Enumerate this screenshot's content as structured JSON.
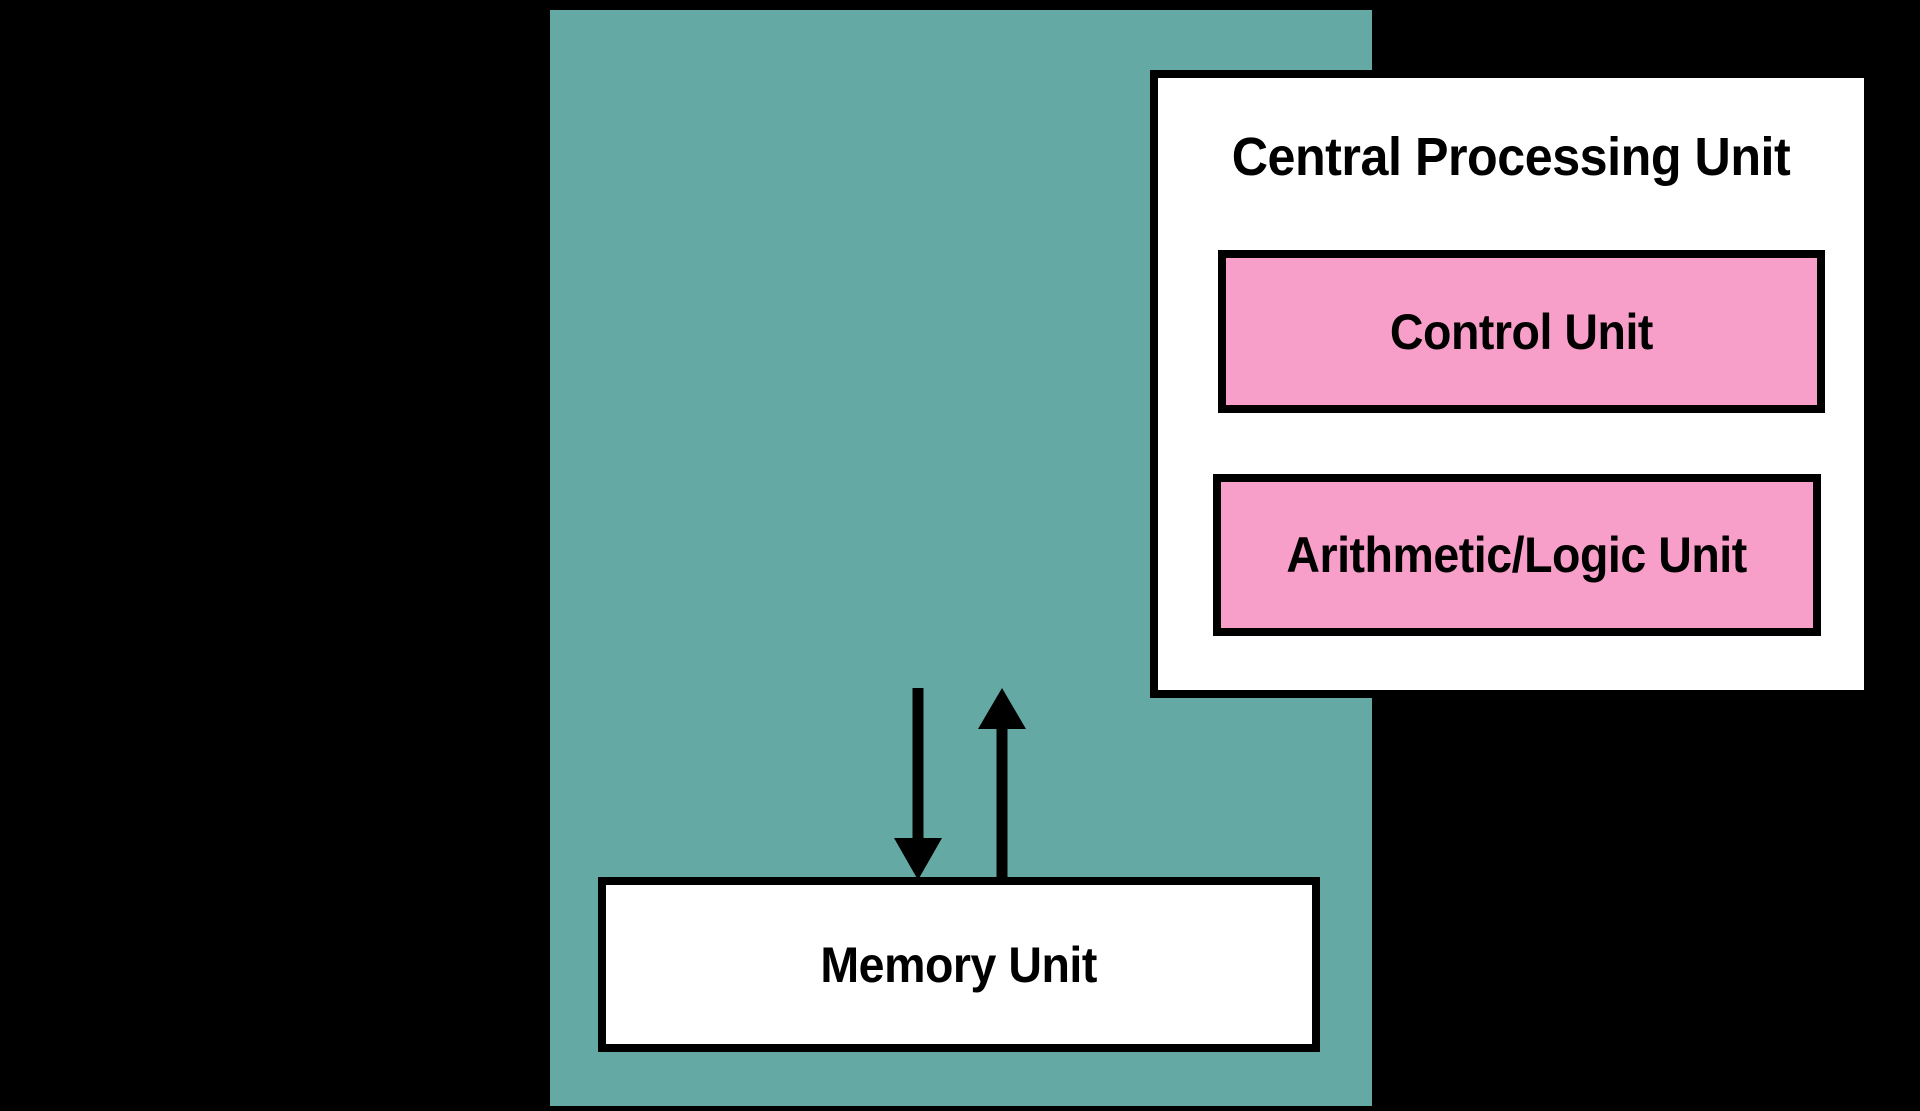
{
  "diagram": {
    "title_visible": false,
    "background_color": "#000000",
    "panel_color": "#64a9a4",
    "box_fill_white": "#ffffff",
    "unit_fill_pink": "#f79fc8",
    "stroke_color": "#000000"
  },
  "cpu": {
    "label": "Central Processing Unit",
    "units": [
      {
        "label": "Control Unit",
        "fill": "#f79fc8"
      },
      {
        "label": "Arithmetic/Logic Unit",
        "fill": "#f79fc8"
      }
    ]
  },
  "memory": {
    "label": "Memory Unit"
  },
  "connectors": [
    {
      "name": "cpu-to-memory",
      "direction": "down",
      "from": "Central Processing Unit",
      "to": "Memory Unit"
    },
    {
      "name": "memory-to-cpu",
      "direction": "up",
      "from": "Memory Unit",
      "to": "Central Processing Unit"
    }
  ]
}
